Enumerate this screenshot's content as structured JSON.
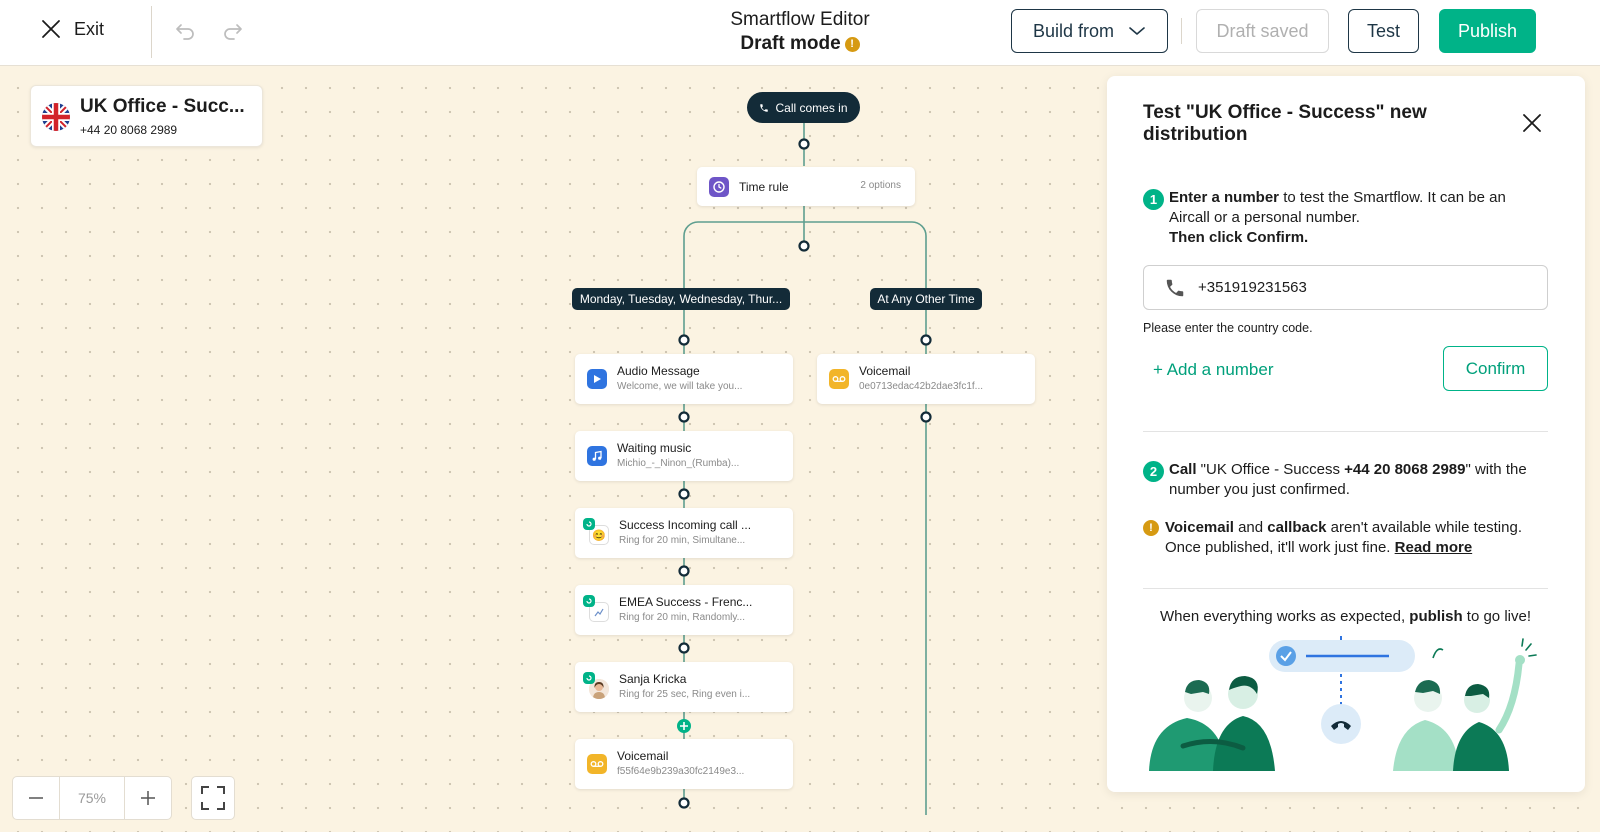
{
  "topbar": {
    "exit_label": "Exit",
    "title": "Smartflow Editor",
    "subtitle": "Draft mode",
    "build_from_label": "Build from",
    "draft_saved_label": "Draft saved",
    "test_label": "Test",
    "publish_label": "Publish"
  },
  "office": {
    "name": "UK Office - Succ...",
    "number": "+44 20 8068 2989",
    "flag_icon": "uk-flag-icon"
  },
  "flow": {
    "start_label": "Call comes in",
    "time_rule": {
      "title": "Time rule",
      "options": "2 options"
    },
    "branches": [
      {
        "label": "Monday, Tuesday, Wednesday, Thur..."
      },
      {
        "label": "At Any Other Time"
      }
    ],
    "left_nodes": [
      {
        "title": "Audio Message",
        "subtitle": "Welcome, we will take you..."
      },
      {
        "title": "Waiting music",
        "subtitle": "Michio_-_Ninon_(Rumba)..."
      },
      {
        "title": "Success Incoming call ...",
        "subtitle": "Ring for 20 min, Simultane..."
      },
      {
        "title": "EMEA Success - Frenc...",
        "subtitle": "Ring for 20 min, Randomly..."
      },
      {
        "title": "Sanja Kricka",
        "subtitle": "Ring for 25 sec, Ring even i..."
      },
      {
        "title": "Voicemail",
        "subtitle": "f55f64e9b239a30fc2149e3..."
      }
    ],
    "right_nodes": [
      {
        "title": "Voicemail",
        "subtitle": "0e0713edac42b2dae3fc1f..."
      }
    ]
  },
  "zoom": {
    "level": "75%"
  },
  "panel": {
    "title": "Test \"UK Office - Success\" new distribution",
    "step1": {
      "number": "1",
      "bold1": "Enter a number",
      "text1": " to test the Smartflow. It can be an Aircall or a personal number.",
      "text2": "Then click ",
      "bold2": "Confirm."
    },
    "phone_value": "+351919231563",
    "hint": "Please enter the country code.",
    "add_number_label": "+ Add a number",
    "confirm_label": "Confirm",
    "step2": {
      "number": "2",
      "bold1": "Call",
      "text1": " \"UK Office - Success ",
      "bold2": "+44 20 8068 2989",
      "text2": "\" with the number you just confirmed."
    },
    "warning": {
      "bold1": "Voicemail",
      "text1": " and ",
      "bold2": "callback",
      "text2": " aren't available while testing. Once published, it'll work just fine. ",
      "link": "Read more"
    },
    "golive": {
      "text1": "When everything works as expected, ",
      "bold": "publish",
      "text2": " to go live!"
    }
  },
  "colors": {
    "accent": "#00b388",
    "navy": "#132b38",
    "canvas": "#fbf3e2",
    "warning": "#d69a12"
  }
}
